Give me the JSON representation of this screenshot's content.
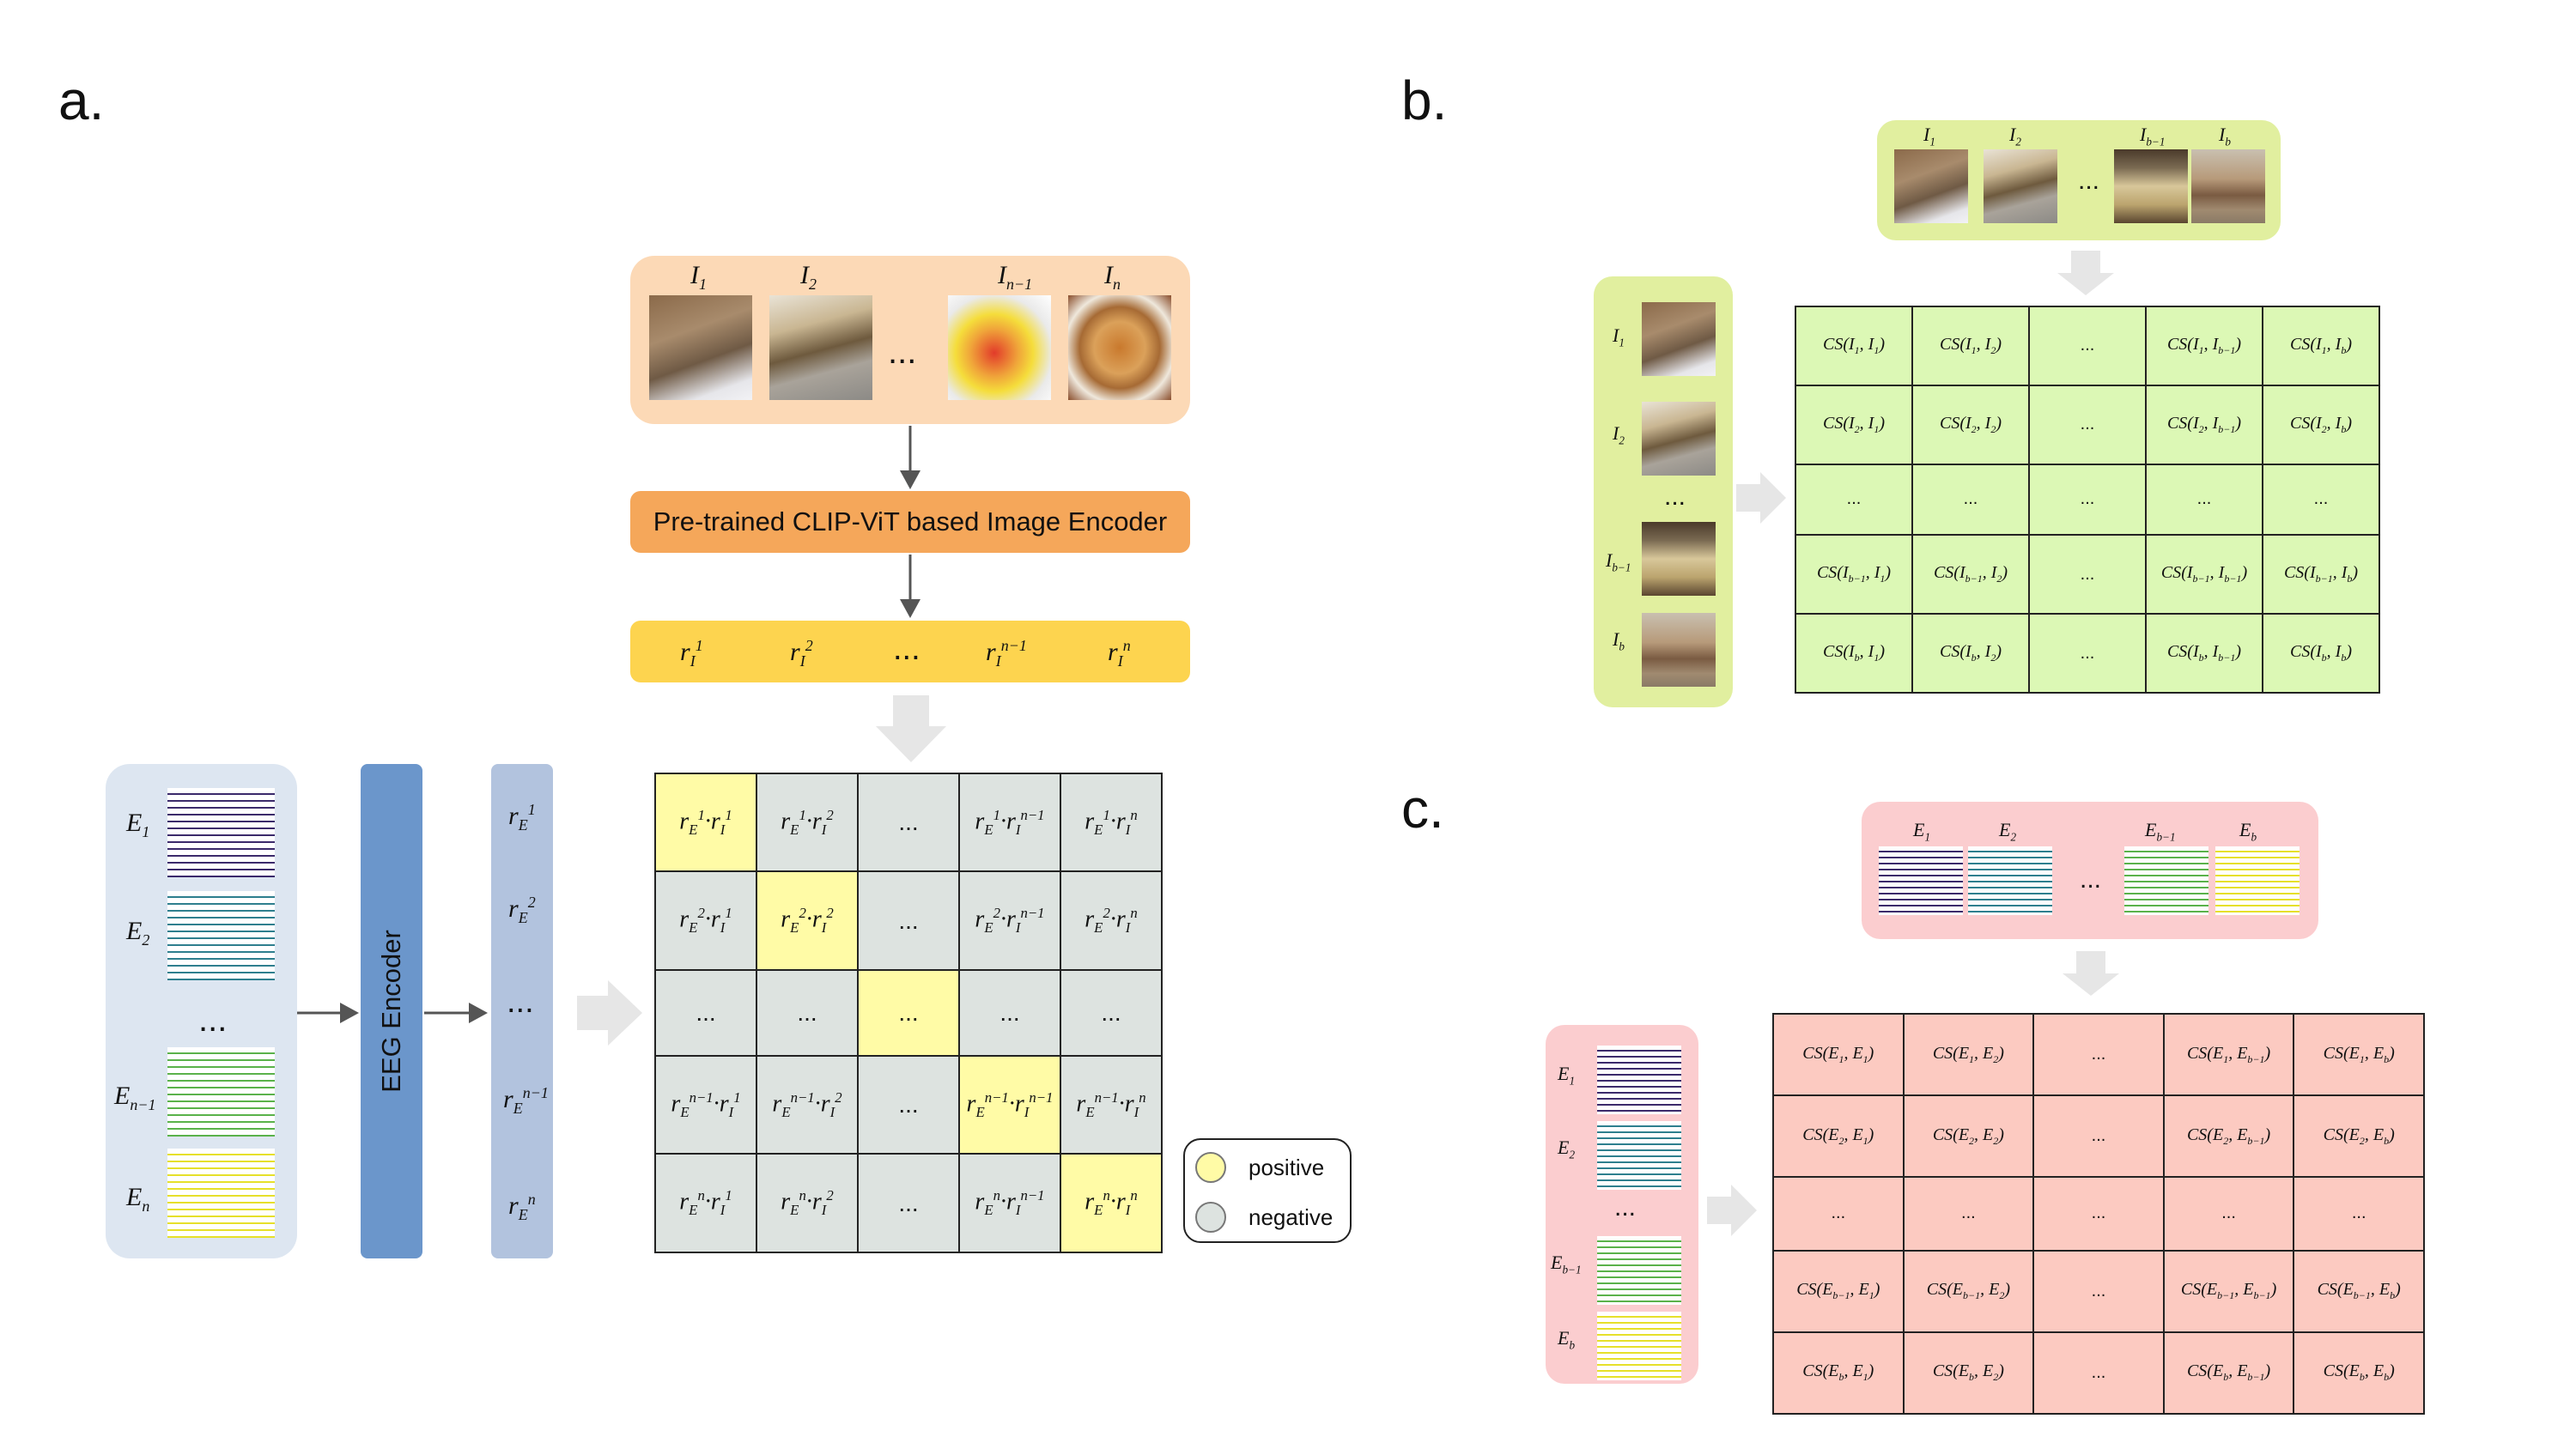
{
  "panels": {
    "a": "a.",
    "b": "b.",
    "c": "c."
  },
  "image_encoder_label": "Pre-trained CLIP-ViT based Image Encoder",
  "eeg_encoder_label": "EEG Encoder",
  "ellipsis": "...",
  "legend": {
    "positive": "positive",
    "negative": "negative"
  },
  "colors": {
    "image_panel": "#fcd9b6",
    "image_encoder": "#f5a75a",
    "image_feature_bar": "#fdd44f",
    "eeg_panel": "#dde6f1",
    "eeg_encoder": "#6b96cb",
    "eeg_feature_bar": "#b2c3de",
    "positive": "#fffba6",
    "negative": "#dde3e0",
    "image_sim_fill": "#dcf8b5",
    "image_sim_panel": "#e1ef9f",
    "eeg_sim_fill": "#fccac1",
    "eeg_sim_panel": "#fbcdcf"
  },
  "a": {
    "image_labels": [
      "I<sub>1</sub>",
      "I<sub>2</sub>",
      "I<sub>n−1</sub>",
      "I<sub>n</sub>"
    ],
    "image_features": [
      "r<sub>I</sub><sup>1</sup>",
      "r<sub>I</sub><sup>2</sup>",
      "...",
      "r<sub>I</sub><sup>n−1</sup>",
      "r<sub>I</sub><sup>n</sup>"
    ],
    "eeg_labels": [
      "E<sub>1</sub>",
      "E<sub>2</sub>",
      "...",
      "E<sub>n−1</sub>",
      "E<sub>n</sub>"
    ],
    "eeg_features": [
      "r<sub>E</sub><sup>1</sup>",
      "r<sub>E</sub><sup>2</sup>",
      "...",
      "r<sub>E</sub><sup>n−1</sup>",
      "r<sub>E</sub><sup>n</sup>"
    ],
    "matrix": [
      [
        "r<sub>E</sub><sup>1</sup>·r<sub>I</sub><sup>1</sup>",
        "r<sub>E</sub><sup>1</sup>·r<sub>I</sub><sup>2</sup>",
        "...",
        "r<sub>E</sub><sup>1</sup>·r<sub>I</sub><sup>n−1</sup>",
        "r<sub>E</sub><sup>1</sup>·r<sub>I</sub><sup>n</sup>"
      ],
      [
        "r<sub>E</sub><sup>2</sup>·r<sub>I</sub><sup>1</sup>",
        "r<sub>E</sub><sup>2</sup>·r<sub>I</sub><sup>2</sup>",
        "...",
        "r<sub>E</sub><sup>2</sup>·r<sub>I</sub><sup>n−1</sup>",
        "r<sub>E</sub><sup>2</sup>·r<sub>I</sub><sup>n</sup>"
      ],
      [
        "...",
        "...",
        "...",
        "...",
        "..."
      ],
      [
        "r<sub>E</sub><sup>n−1</sup>·r<sub>I</sub><sup>1</sup>",
        "r<sub>E</sub><sup>n−1</sup>·r<sub>I</sub><sup>2</sup>",
        "...",
        "r<sub>E</sub><sup>n−1</sup>·r<sub>I</sub><sup>n−1</sup>",
        "r<sub>E</sub><sup>n−1</sup>·r<sub>I</sub><sup>n</sup>"
      ],
      [
        "r<sub>E</sub><sup>n</sup>·r<sub>I</sub><sup>1</sup>",
        "r<sub>E</sub><sup>n</sup>·r<sub>I</sub><sup>2</sup>",
        "...",
        "r<sub>E</sub><sup>n</sup>·r<sub>I</sub><sup>n−1</sup>",
        "r<sub>E</sub><sup>n</sup>·r<sub>I</sub><sup>n</sup>"
      ]
    ]
  },
  "b": {
    "top_labels": [
      "I<sub>1</sub>",
      "I<sub>2</sub>",
      "I<sub>b−1</sub>",
      "I<sub>b</sub>"
    ],
    "side_labels": [
      "I<sub>1</sub>",
      "I<sub>2</sub>",
      "...",
      "I<sub>b−1</sub>",
      "I<sub>b</sub>"
    ],
    "matrix": [
      [
        "CS(I<sub>1</sub>, I<sub>1</sub>)",
        "CS(I<sub>1</sub>, I<sub>2</sub>)",
        "...",
        "CS(I<sub>1</sub>, I<sub>b−1</sub>)",
        "CS(I<sub>1</sub>, I<sub>b</sub>)"
      ],
      [
        "CS(I<sub>2</sub>, I<sub>1</sub>)",
        "CS(I<sub>2</sub>, I<sub>2</sub>)",
        "...",
        "CS(I<sub>2</sub>, I<sub>b−1</sub>)",
        "CS(I<sub>2</sub>, I<sub>b</sub>)"
      ],
      [
        "...",
        "...",
        "...",
        "...",
        "..."
      ],
      [
        "CS(I<sub>b−1</sub>, I<sub>1</sub>)",
        "CS(I<sub>b−1</sub>, I<sub>2</sub>)",
        "...",
        "CS(I<sub>b−1</sub>, I<sub>b−1</sub>)",
        "CS(I<sub>b−1</sub>, I<sub>b</sub>)"
      ],
      [
        "CS(I<sub>b</sub>, I<sub>1</sub>)",
        "CS(I<sub>b</sub>, I<sub>2</sub>)",
        "...",
        "CS(I<sub>b</sub>, I<sub>b−1</sub>)",
        "CS(I<sub>b</sub>, I<sub>b</sub>)"
      ]
    ]
  },
  "c": {
    "top_labels": [
      "E<sub>1</sub>",
      "E<sub>2</sub>",
      "E<sub>b−1</sub>",
      "E<sub>b</sub>"
    ],
    "side_labels": [
      "E<sub>1</sub>",
      "E<sub>2</sub>",
      "...",
      "E<sub>b−1</sub>",
      "E<sub>b</sub>"
    ],
    "matrix": [
      [
        "CS(E<sub>1</sub>, E<sub>1</sub>)",
        "CS(E<sub>1</sub>, E<sub>2</sub>)",
        "...",
        "CS(E<sub>1</sub>, E<sub>b−1</sub>)",
        "CS(E<sub>1</sub>, E<sub>b</sub>)"
      ],
      [
        "CS(E<sub>2</sub>, E<sub>1</sub>)",
        "CS(E<sub>2</sub>, E<sub>2</sub>)",
        "...",
        "CS(E<sub>2</sub>, E<sub>b−1</sub>)",
        "CS(E<sub>2</sub>, E<sub>b</sub>)"
      ],
      [
        "...",
        "...",
        "...",
        "...",
        "..."
      ],
      [
        "CS(E<sub>b−1</sub>, E<sub>1</sub>)",
        "CS(E<sub>b−1</sub>, E<sub>2</sub>)",
        "...",
        "CS(E<sub>b−1</sub>, E<sub>b−1</sub>)",
        "CS(E<sub>b−1</sub>, E<sub>b</sub>)"
      ],
      [
        "CS(E<sub>b</sub>, E<sub>1</sub>)",
        "CS(E<sub>b</sub>, E<sub>2</sub>)",
        "...",
        "CS(E<sub>b</sub>, E<sub>b−1</sub>)",
        "CS(E<sub>b</sub>, E<sub>b</sub>)"
      ]
    ]
  }
}
